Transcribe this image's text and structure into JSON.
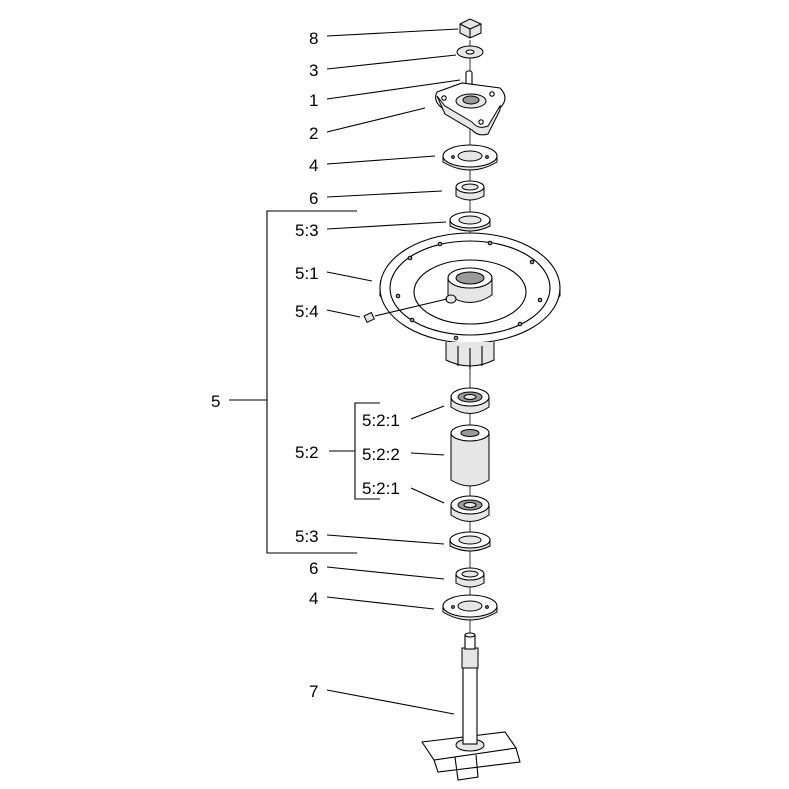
{
  "labels": {
    "l8": "8",
    "l3_top": "3",
    "l1": "1",
    "l2": "2",
    "l4_top": "4",
    "l6_top": "6",
    "l53_top": "5:3",
    "l51": "5:1",
    "l54": "5:4",
    "l5": "5",
    "l521_top": "5:2:1",
    "l52": "5:2",
    "l522": "5:2:2",
    "l521_bottom": "5:2:1",
    "l53_bottom": "5:3",
    "l6_bottom": "6",
    "l4_bottom": "4",
    "l7": "7"
  }
}
